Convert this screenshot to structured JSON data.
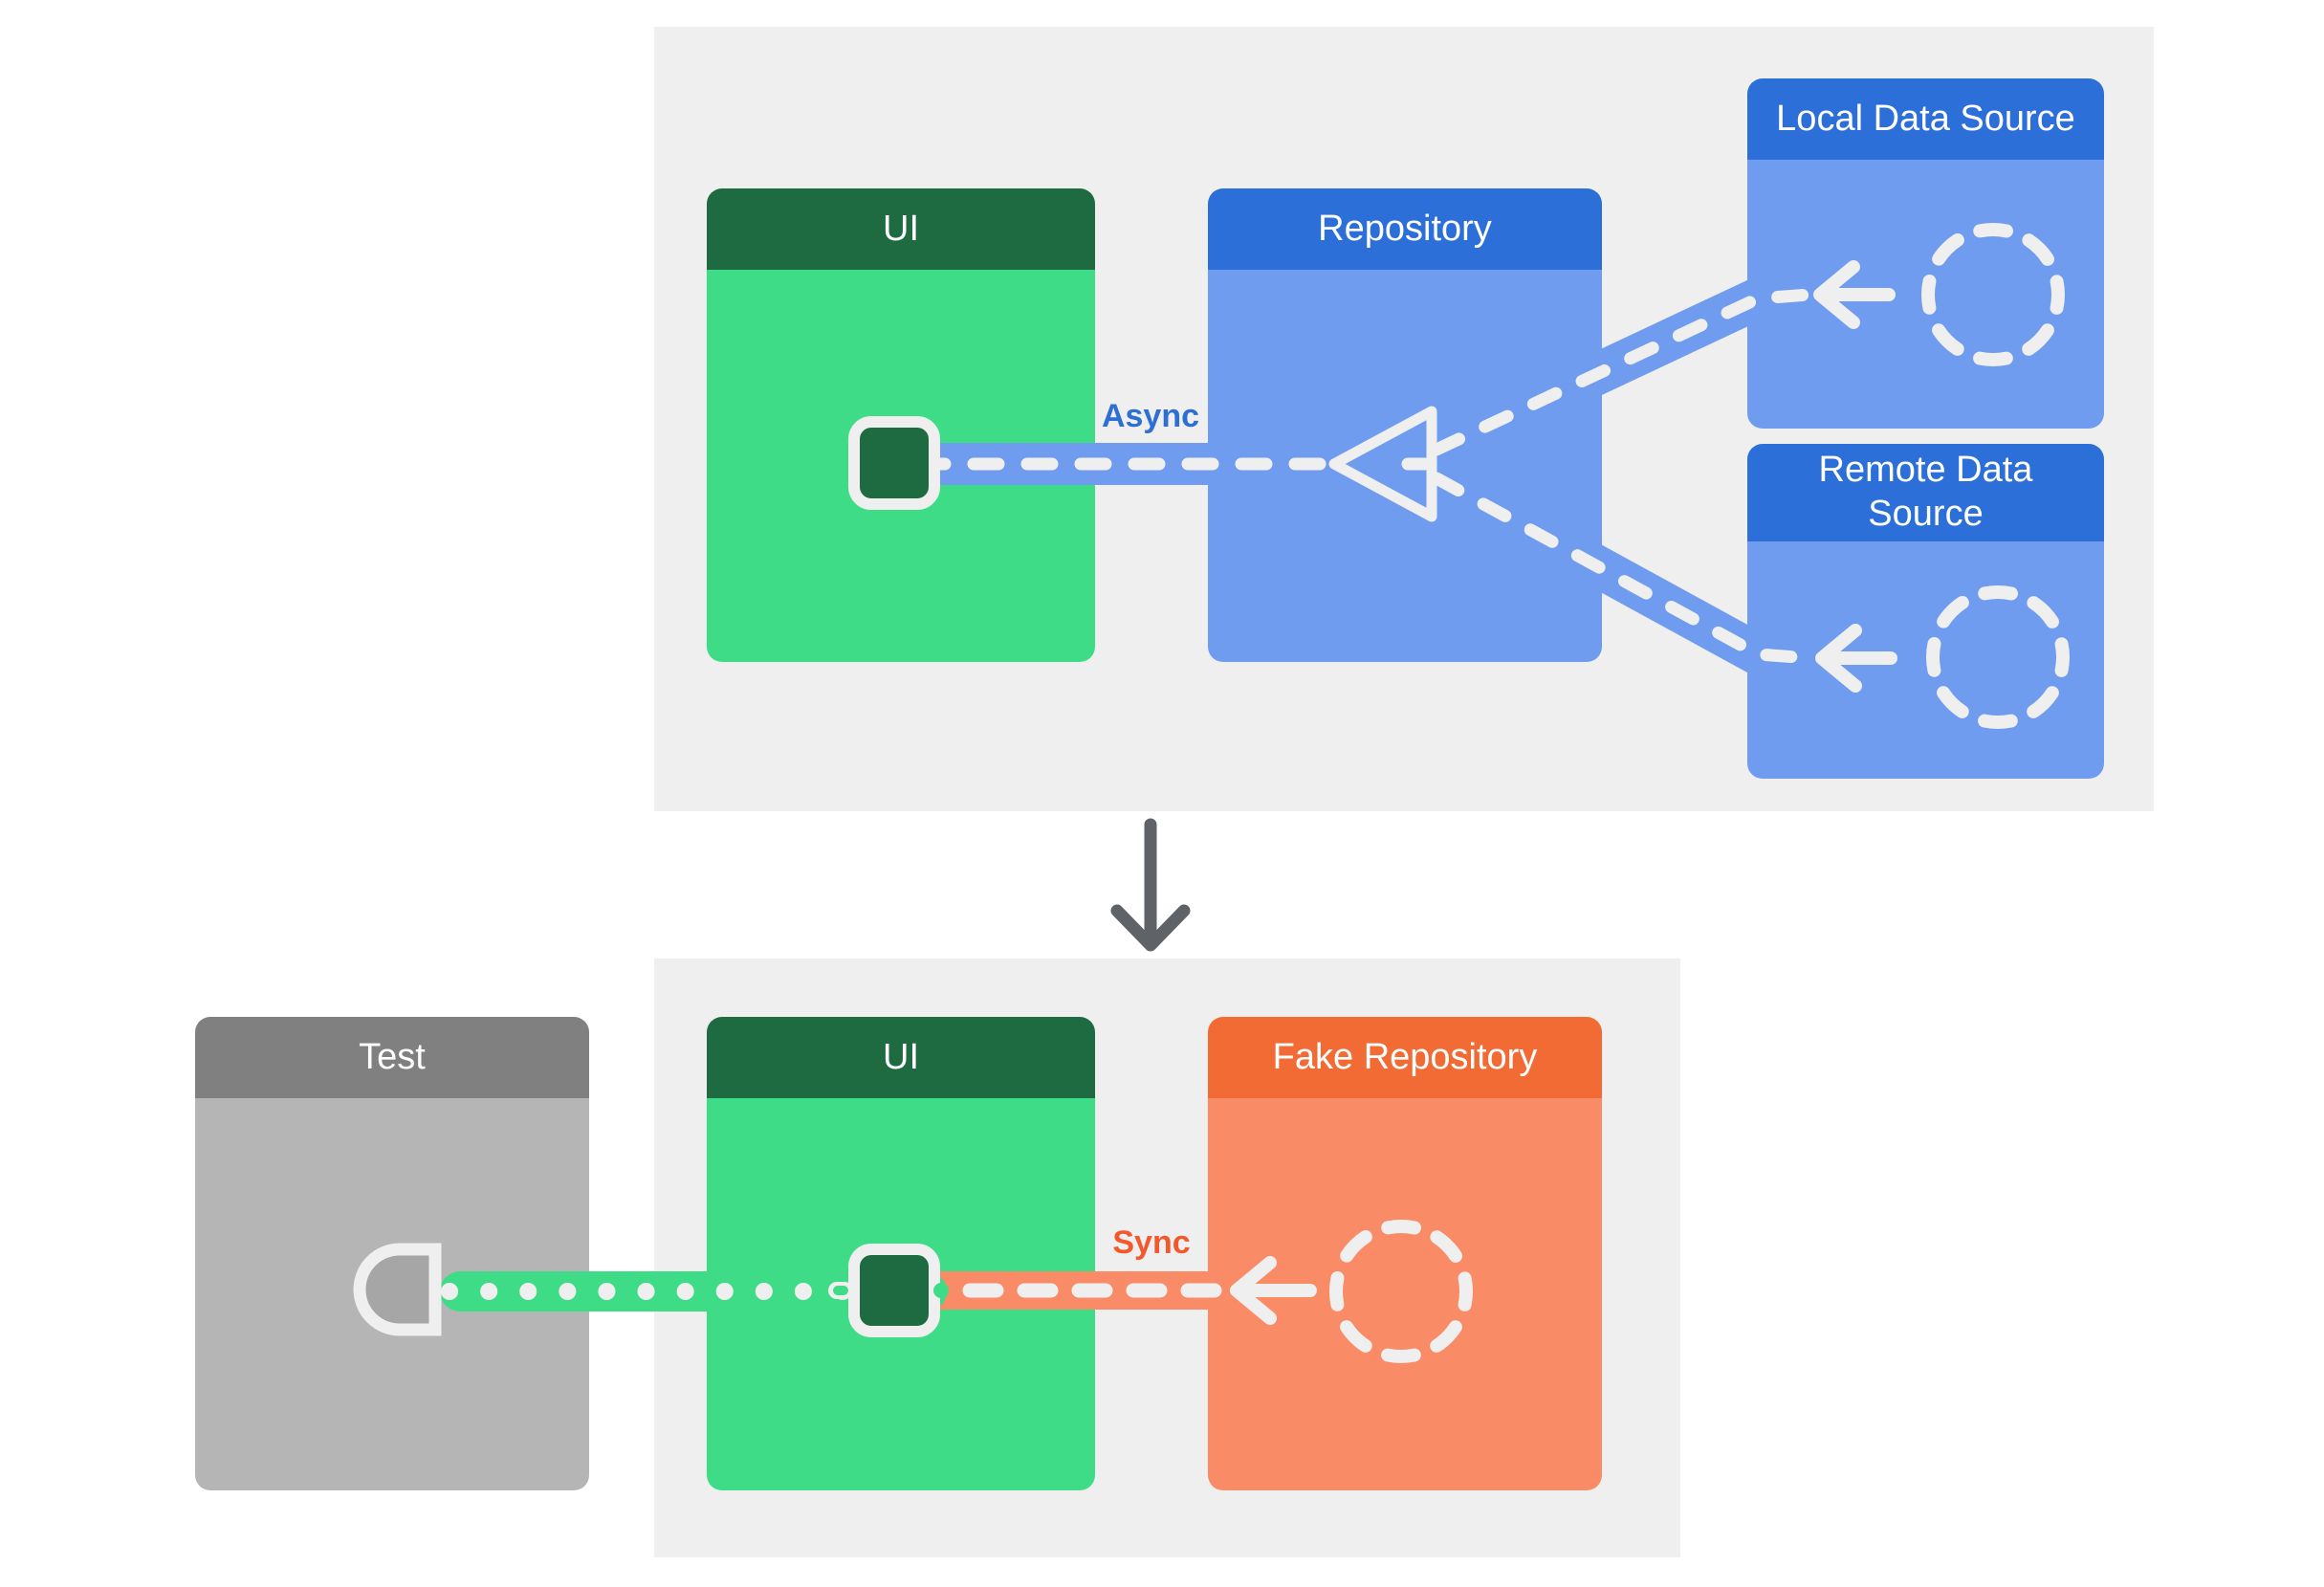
{
  "colors": {
    "page-bg": "#ffffff",
    "panel-bg": "#efefef",
    "green-body": "#3edc86",
    "green-dark": "#1e6b41",
    "blue-header": "#2c6fd8",
    "blue-body": "#6f9cee",
    "orange-header": "#f26b35",
    "orange-body": "#f98c66",
    "gray-header": "#808080",
    "gray-body": "#b5b5b5",
    "gray-inner": "#a6a6a6",
    "dash-white": "#efefef",
    "arrow-gray": "#5f6368",
    "async-label": "#2d6fd2",
    "sync-label": "#f2582c"
  },
  "production": {
    "ui_box": {
      "title": "UI"
    },
    "repository_box": {
      "title": "Repository"
    },
    "local_data_source_box": {
      "title": "Local Data Source"
    },
    "remote_data_source_box": {
      "title": "Remote Data Source"
    },
    "connection_label": "Async"
  },
  "test_setup": {
    "test_box": {
      "title": "Test"
    },
    "ui_box": {
      "title": "UI"
    },
    "fake_repository_box": {
      "title": "Fake Repository"
    },
    "connection_label": "Sync"
  },
  "icons": {
    "ui_component": "rounded-square-component-icon",
    "merge_triangle": "merge-funnel-triangle-icon",
    "dashed_circle": "dashed-circle-placeholder-icon",
    "left_arrow": "arrow-left-icon",
    "down_arrow": "arrow-down-icon",
    "test_probe": "half-circle-probe-icon"
  }
}
